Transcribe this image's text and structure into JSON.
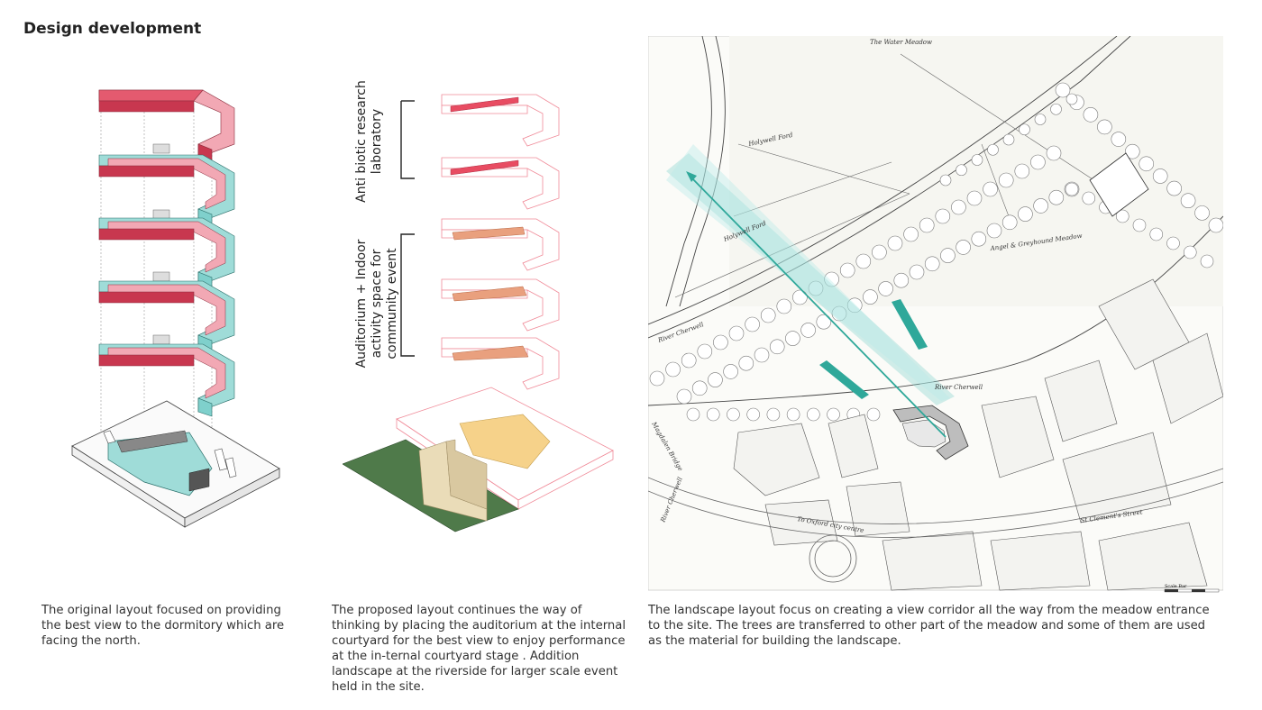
{
  "page": {
    "title": "Design development"
  },
  "panel1": {
    "caption": "The original layout focused on providing the best view to the dormitory which are facing the north."
  },
  "panel2": {
    "label_top": "Anti biotic research laboratory",
    "label_bottom": "Auditorium + Indoor activity space for community event",
    "caption": "The proposed layout continues the way of thinking by placing the auditorium at the internal courtyard for the best view to enjoy performance at the in-ternal courtyard stage . Addition landscape at the riverside  for larger scale event held in the site."
  },
  "panel3": {
    "caption": "The landscape layout focus on creating a view corridor all the way from the meadow entrance to the site. The trees are transferred to other part of the meadow and some of them are used as the material for building the landscape.",
    "labels": {
      "water_meadow": "The Water Meadow",
      "holywell_ford_1": "Holywell Ford",
      "holywell_ford_2": "Holywell Ford",
      "angel_meadow": "Angel & Greyhound Meadow",
      "river_cherwell_1": "River Cherwell",
      "river_cherwell_2": "River Cherwell",
      "river_cherwell_3": "River Cherwell",
      "bridge": "Magdalen Bridge",
      "oxford": "To Oxford city centre",
      "st_clements": "St Clement's Street",
      "scale_bar": "Scale Bar"
    }
  },
  "colors": {
    "crimson": "#c8374f",
    "pink": "#f2a8b4",
    "teal": "#7fd0cc",
    "teal_dark": "#2fa89a",
    "salmon": "#e9a07e",
    "green": "#4f7a4a",
    "sand": "#eadcb8",
    "yellow": "#f6d28a"
  }
}
